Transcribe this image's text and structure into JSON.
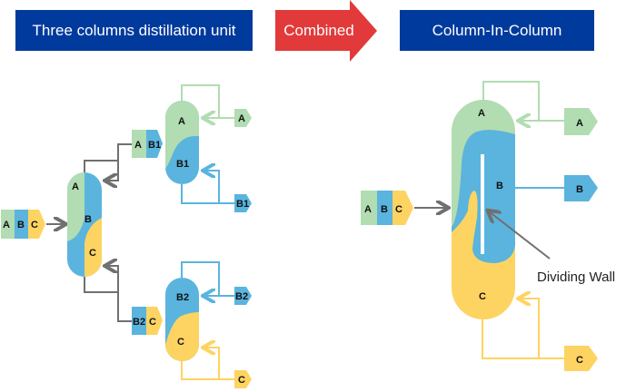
{
  "headers": {
    "left": "Three columns distillation unit",
    "middle": "Combined",
    "right": "Column-In-Column"
  },
  "colors": {
    "header_blue": "#003a9c",
    "combined_red": "#e23a3a",
    "component_a": "#b2dcb2",
    "component_b": "#5ab4de",
    "component_c": "#fdd461",
    "line_gray": "#707070"
  },
  "left_diagram": {
    "feed": [
      "A",
      "B",
      "C"
    ],
    "column1": {
      "labels": [
        "A",
        "B",
        "C"
      ]
    },
    "column2": {
      "labels": [
        "A",
        "B1"
      ],
      "feed": [
        "A",
        "B1"
      ],
      "top_product": "A",
      "bottom_product": "B1"
    },
    "column3": {
      "labels": [
        "B2",
        "C"
      ],
      "feed": [
        "B2",
        "C"
      ],
      "top_product": "B2",
      "bottom_product": "C"
    }
  },
  "right_diagram": {
    "feed": [
      "A",
      "B",
      "C"
    ],
    "column_labels": [
      "A",
      "B",
      "C"
    ],
    "products": [
      "A",
      "B",
      "C"
    ],
    "annotation": "Dividing Wall"
  }
}
